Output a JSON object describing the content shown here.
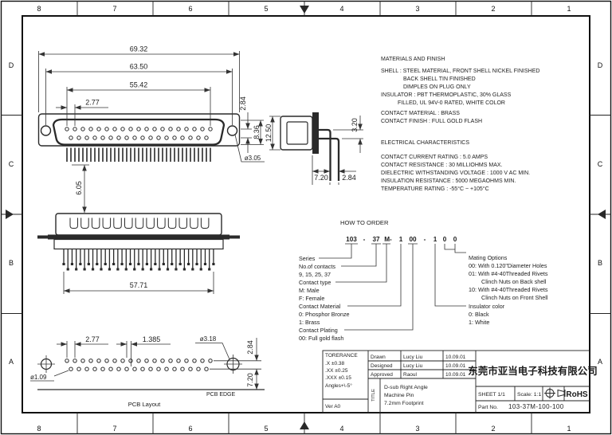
{
  "colors": {
    "ink": "#1c1c1c",
    "rohs_green": "#00c300"
  },
  "border": {
    "columns": [
      "8",
      "7",
      "6",
      "5",
      "4",
      "3",
      "2",
      "1"
    ],
    "rows": [
      "D",
      "C",
      "B",
      "A"
    ]
  },
  "front_view": {
    "dim_overall": "69.32",
    "dim_mount": "63.50",
    "dim_span": "55.42",
    "dim_pitch": "2.77",
    "dim_row": "2.84",
    "dim_face": "8.36",
    "dim_hole": "ø3.05"
  },
  "side_view": {
    "dim_height": "12.50",
    "dim_bend": "3.20",
    "dim_foot": "7.20",
    "dim_legs": "2.84"
  },
  "rear_view": {
    "dim_standoff": "6.05",
    "dim_width": "57.71"
  },
  "pcb": {
    "dim_pitch": "2.77",
    "dim_half": "1.385",
    "dim_mount_hole": "ø3.18",
    "dim_row": "2.84",
    "dim_edge": "7.20",
    "dim_hole": "ø1.09",
    "edge_label": "PCB EDGE",
    "caption": "PCB Layout"
  },
  "materials": {
    "title": "MATERIALS AND FINISH",
    "lines": [
      "SHELL : STEEL MATERIAL, FRONT SHELL NICKEL FINISHED",
      "BACK SHELL TIN FINISHED",
      "DIMPLES ON PLUG ONLY",
      "INSULATOR : PBT THERMOPLASTIC, 30% GLASS",
      "FILLED, UL 94V-0 RATED, WHITE COLOR",
      "CONTACT MATERIAL : BRASS",
      "CONTACT FINISH : FULL GOLD FLASH"
    ]
  },
  "electrical": {
    "title": "ELECTRICAL CHARACTERISTICS",
    "lines": [
      "CONTACT CURRENT RATING : 5.0 AMPS",
      "CONTACT RESISTANCE : 30 MILLIOHMS MAX.",
      "DIELECTRIC WITHSTANDING VOLTAGE : 1000 V AC MIN.",
      "INSULATION RESISTANCE : 5000 MEGAOHMS MIN.",
      "TEMPERATURE RATING : -55°C ~ +105°C"
    ]
  },
  "ordering": {
    "title": "HOW TO ORDER",
    "tokens": [
      "103",
      "-",
      "37",
      "M-",
      "1",
      "00",
      "-",
      "1",
      "0",
      "0"
    ],
    "left_labels": [
      "Series",
      "No.of contacts",
      "9, 15, 25, 37",
      "Contact type",
      "M: Male",
      "F: Female",
      "Contact Material",
      "0: Phosphor Bronze",
      "1: Brass",
      "Contact Plating",
      "00: Full gold flash"
    ],
    "right_labels": [
      "Mating Options",
      "00: With 0.120\"Diameter Holes",
      "01: With #4-40Threaded Rivets",
      "Clinch Nuts on Back shell",
      "10: With #4-40Threaded Rivets",
      "Clinch Nuts on Front Shell",
      "Insulator color",
      "0: Black",
      "1: White"
    ]
  },
  "title_block": {
    "tolerance_title": "TORERANCE",
    "tolerance_rows": [
      ".X  ±0.38",
      ".XX  ±0.25",
      ".XXX ±0.15",
      "Angles+\\-5°"
    ],
    "version": "Ver A0",
    "rows": [
      [
        "Drawn",
        "Lucy Liu",
        "10.09.01"
      ],
      [
        "Designed",
        "Lucy Liu",
        "10.09.01"
      ],
      [
        "Approved",
        "Raoul",
        "10.09.01"
      ]
    ],
    "title_label": "TITLE",
    "title_lines": [
      "D-sub Right Angle",
      "Machine Pin",
      "7.2mm Footprint"
    ],
    "company": "东莞市亚当电子科技有限公司",
    "sheet": "SHEET 1/1",
    "scale": "Scale: 1:1",
    "rohs": "RoHS",
    "part_label": "Part No.",
    "part_number": "103-37M-100-100"
  }
}
